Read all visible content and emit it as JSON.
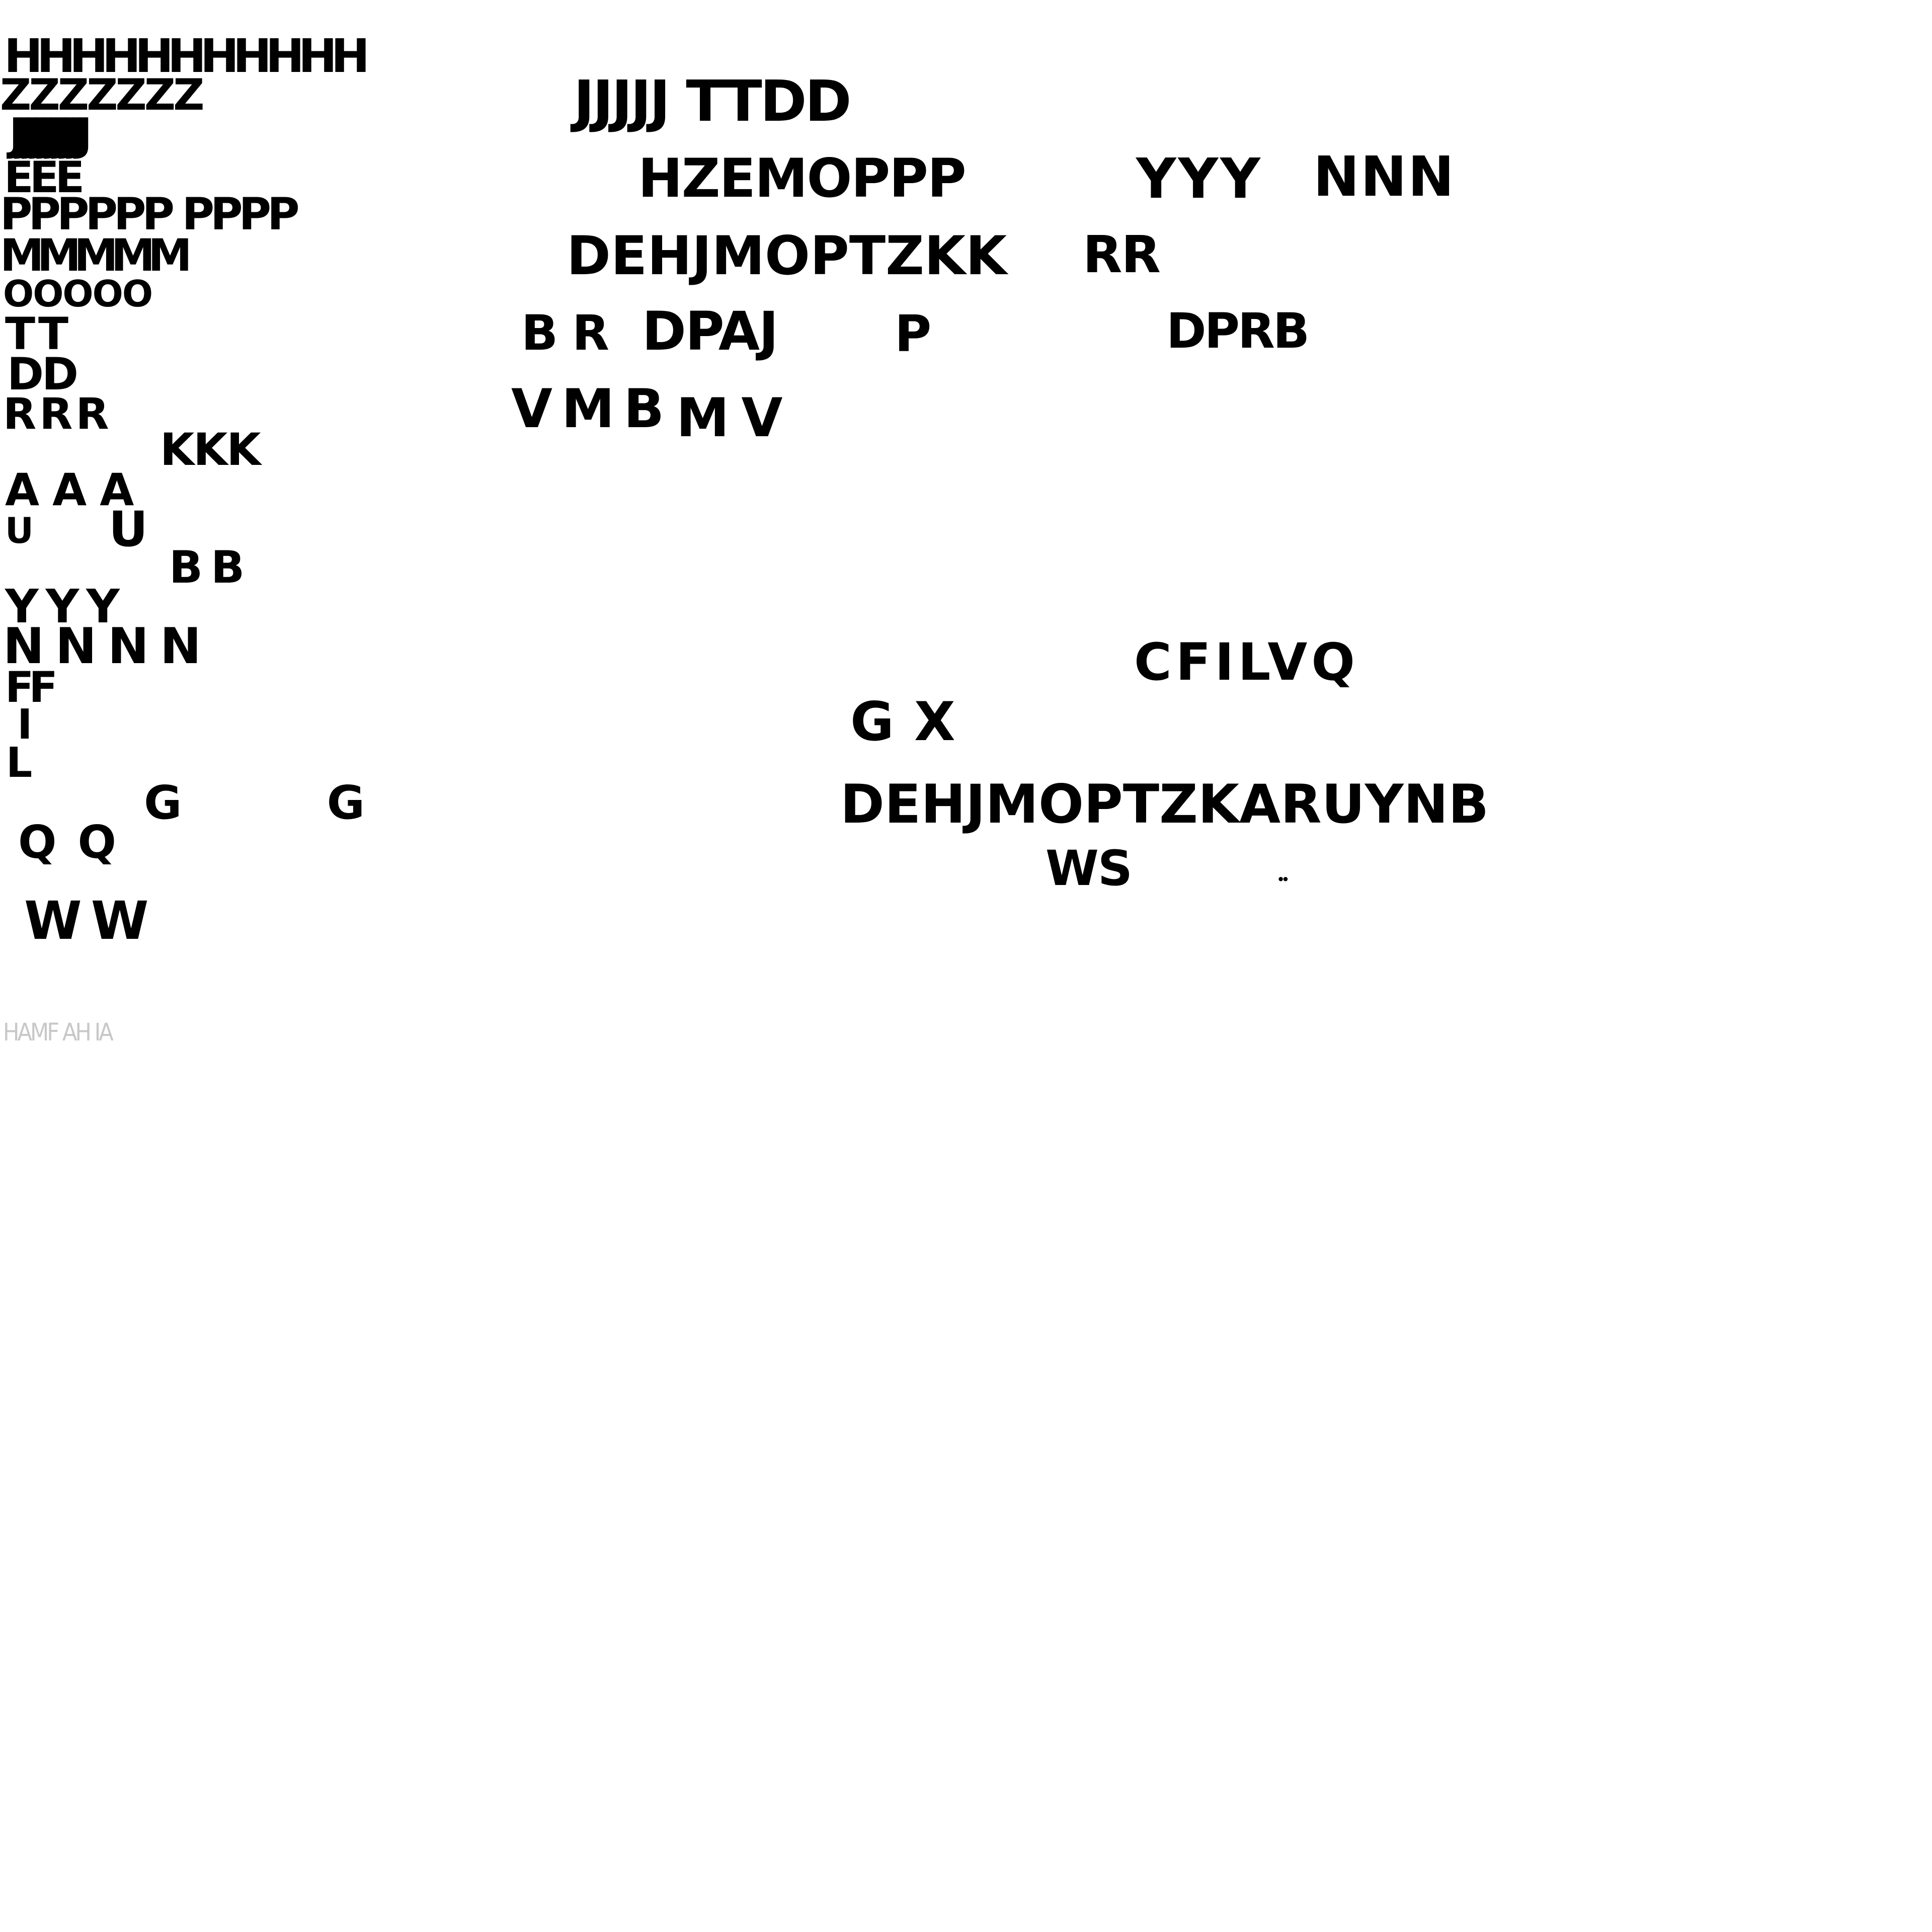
{
  "colors": {
    "background": "#ffffff",
    "glyph": "#000000",
    "faint_glyph": "#c8c8c8"
  },
  "glyph_runs": [
    {
      "id": "left-h-row",
      "text": "HHHHHHHHHHH"
    },
    {
      "id": "left-z-row",
      "text": "ZZZZZZZ"
    },
    {
      "id": "left-j-row",
      "text": "JJJJJJJJJJ"
    },
    {
      "id": "left-e-row",
      "text": "EEE"
    },
    {
      "id": "left-p-row",
      "text": "PPPPPP PPPP"
    },
    {
      "id": "left-m-row",
      "text": "MMMMM"
    },
    {
      "id": "left-o-row",
      "text": "OOOOO"
    },
    {
      "id": "left-t-row",
      "text": "TT"
    },
    {
      "id": "left-d-row",
      "text": "DD"
    },
    {
      "id": "left-r-row",
      "text": "RRR"
    },
    {
      "id": "left-k-row",
      "text": "KKK"
    },
    {
      "id": "left-a-row",
      "text": "AAA"
    },
    {
      "id": "left-u-small",
      "text": "U"
    },
    {
      "id": "left-u-large",
      "text": "U"
    },
    {
      "id": "left-b-row",
      "text": "BB"
    },
    {
      "id": "left-y-row",
      "text": "YYY"
    },
    {
      "id": "left-n-row",
      "text": "NNNN"
    },
    {
      "id": "left-f-row",
      "text": "FF"
    },
    {
      "id": "left-i",
      "text": "I"
    },
    {
      "id": "left-l",
      "text": "L"
    },
    {
      "id": "left-g-row",
      "text": "G   G"
    },
    {
      "id": "left-q-row",
      "text": "QQ"
    },
    {
      "id": "left-w-row",
      "text": "WW"
    },
    {
      "id": "faint-footer",
      "text": "HAMF AH IA"
    },
    {
      "id": "top-j-t-d-row",
      "text": "JJJJJ TTDD"
    },
    {
      "id": "hzemoppp-row",
      "text": "HZEMOPPP"
    },
    {
      "id": "yyy-row",
      "text": "YYY"
    },
    {
      "id": "nnn-row",
      "text": "NNN"
    },
    {
      "id": "dehjmoptzkk-row",
      "text": "DEHJMOPTZKK"
    },
    {
      "id": "rr-row",
      "text": "RR"
    },
    {
      "id": "br-row",
      "text": "BR"
    },
    {
      "id": "dpaj-row",
      "text": "DPAJ"
    },
    {
      "id": "single-p",
      "text": "P"
    },
    {
      "id": "dprb-row",
      "text": "DPRB"
    },
    {
      "id": "vmb-row",
      "text": "VMB"
    },
    {
      "id": "mv-row",
      "text": "MV"
    },
    {
      "id": "cfilvq-row",
      "text": "CFILVQ"
    },
    {
      "id": "gx-row",
      "text": "GX"
    },
    {
      "id": "full-alphabet-row",
      "text": "DEHJMOPTZKARUYNB"
    },
    {
      "id": "ws-row",
      "text": "WS"
    },
    {
      "id": "tiny-mark",
      "text": "••"
    }
  ]
}
